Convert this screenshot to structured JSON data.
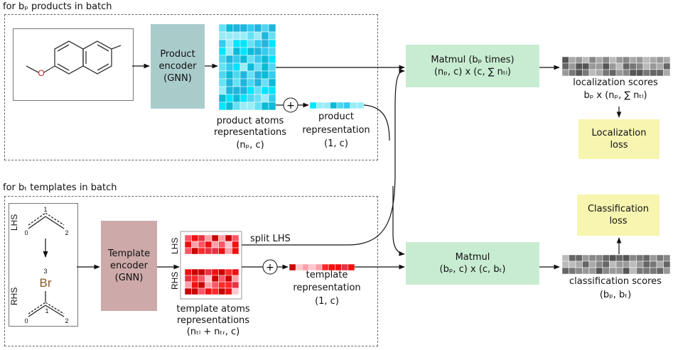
{
  "sections": {
    "product_section_title": "for bₚ products in batch",
    "template_section_title": "for bₜ templates in batch"
  },
  "product": {
    "encoder": [
      "Product",
      "encoder",
      "(GNN)"
    ],
    "atoms_label": [
      "product atoms",
      "representations",
      "(nₚ, c)"
    ],
    "repr_label": [
      "product",
      "representation",
      "(1, c)"
    ],
    "molecule": {
      "atom_label": "O"
    }
  },
  "template": {
    "encoder": [
      "Template",
      "encoder",
      "(GNN)"
    ],
    "atoms_label": [
      "template atoms",
      "representations",
      "(nₜₗ + nₜᵣ, c)"
    ],
    "repr_label": [
      "template",
      "representation",
      "(1, c)"
    ],
    "lhs_label": "LHS",
    "rhs_label": "RHS",
    "split_label": "split LHS",
    "graph": {
      "lhs_label": "LHS",
      "rhs_label": "RHS",
      "atom_numbers": [
        "1",
        "0",
        "2",
        "3",
        "1",
        "0",
        "2"
      ],
      "br_label": "Br"
    }
  },
  "plus_symbol": "+",
  "matmul_top": [
    "Matmul (bₚ times)",
    "(nₚ, c) x (c, ∑ nₜₗ)"
  ],
  "matmul_bottom": [
    "Matmul",
    "(bₚ, c) x (c, bₜ)"
  ],
  "localization": {
    "scores_label": [
      "localization scores",
      "bₚ x (nₚ, ∑ nₜₗ)"
    ],
    "loss": [
      "Localization",
      "loss"
    ]
  },
  "classification": {
    "scores_label": [
      "classification scores",
      "(bₚ, bₜ)"
    ],
    "loss": [
      "Classification",
      "loss"
    ]
  },
  "colors": {
    "encoder_product": "#a9cccb",
    "encoder_template": "#cda9a9",
    "matmul": "#c8ecd2",
    "loss": "#f7f5b0",
    "cyan_grid": [
      "#00e5ff",
      "#33ccee",
      "#66e0f5",
      "#1fb5dd",
      "#99ecf7",
      "#0bbbd8",
      "#4fd6f0"
    ],
    "red_grid": [
      "#ee1111",
      "#ff5566",
      "#ffa0a8",
      "#cc0000",
      "#ff2a2a",
      "#ffc7cc",
      "#e63343"
    ],
    "grey_grid": [
      "#666666",
      "#888888",
      "#aaaaaa",
      "#999999",
      "#777777",
      "#bbbbbb",
      "#555555"
    ]
  }
}
